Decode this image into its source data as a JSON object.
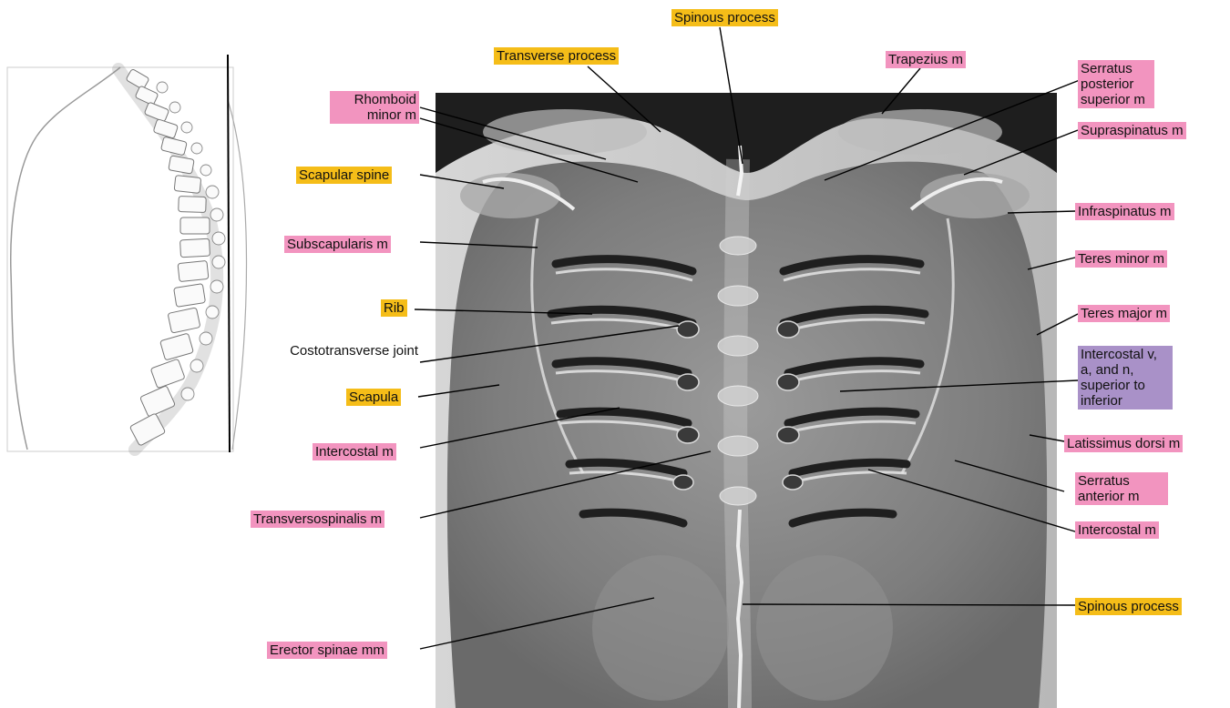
{
  "legend_colors": {
    "bone": "#f5bd18",
    "muscle": "#f294bf",
    "neurovascular": "#a991c8"
  },
  "labels": {
    "spinous_process_top": "Spinous process",
    "transverse_process": "Transverse process",
    "trapezius": "Trapezius m",
    "serratus_posterior_superior": "Serratus posterior superior m",
    "rhomboid_minor": "Rhomboid minor m",
    "supraspinatus": "Supraspinatus m",
    "scapular_spine": "Scapular spine",
    "infraspinatus": "Infraspinatus m",
    "subscapularis": "Subscapularis m",
    "teres_minor": "Teres minor m",
    "rib": "Rib",
    "teres_major": "Teres major m",
    "costotransverse_joint": "Costotransverse joint",
    "intercostal_vessels": "Intercostal v, a, and n, superior to inferior",
    "scapula": "Scapula",
    "intercostal_left": "Intercostal m",
    "latissimus_dorsi": "Latissimus dorsi m",
    "serratus_anterior": "Serratus anterior m",
    "transversospinalis": "Transversospinalis m",
    "intercostal_right": "Intercostal m",
    "spinous_process_bottom": "Spinous process",
    "erector_spinae": "Erector spinae mm"
  }
}
